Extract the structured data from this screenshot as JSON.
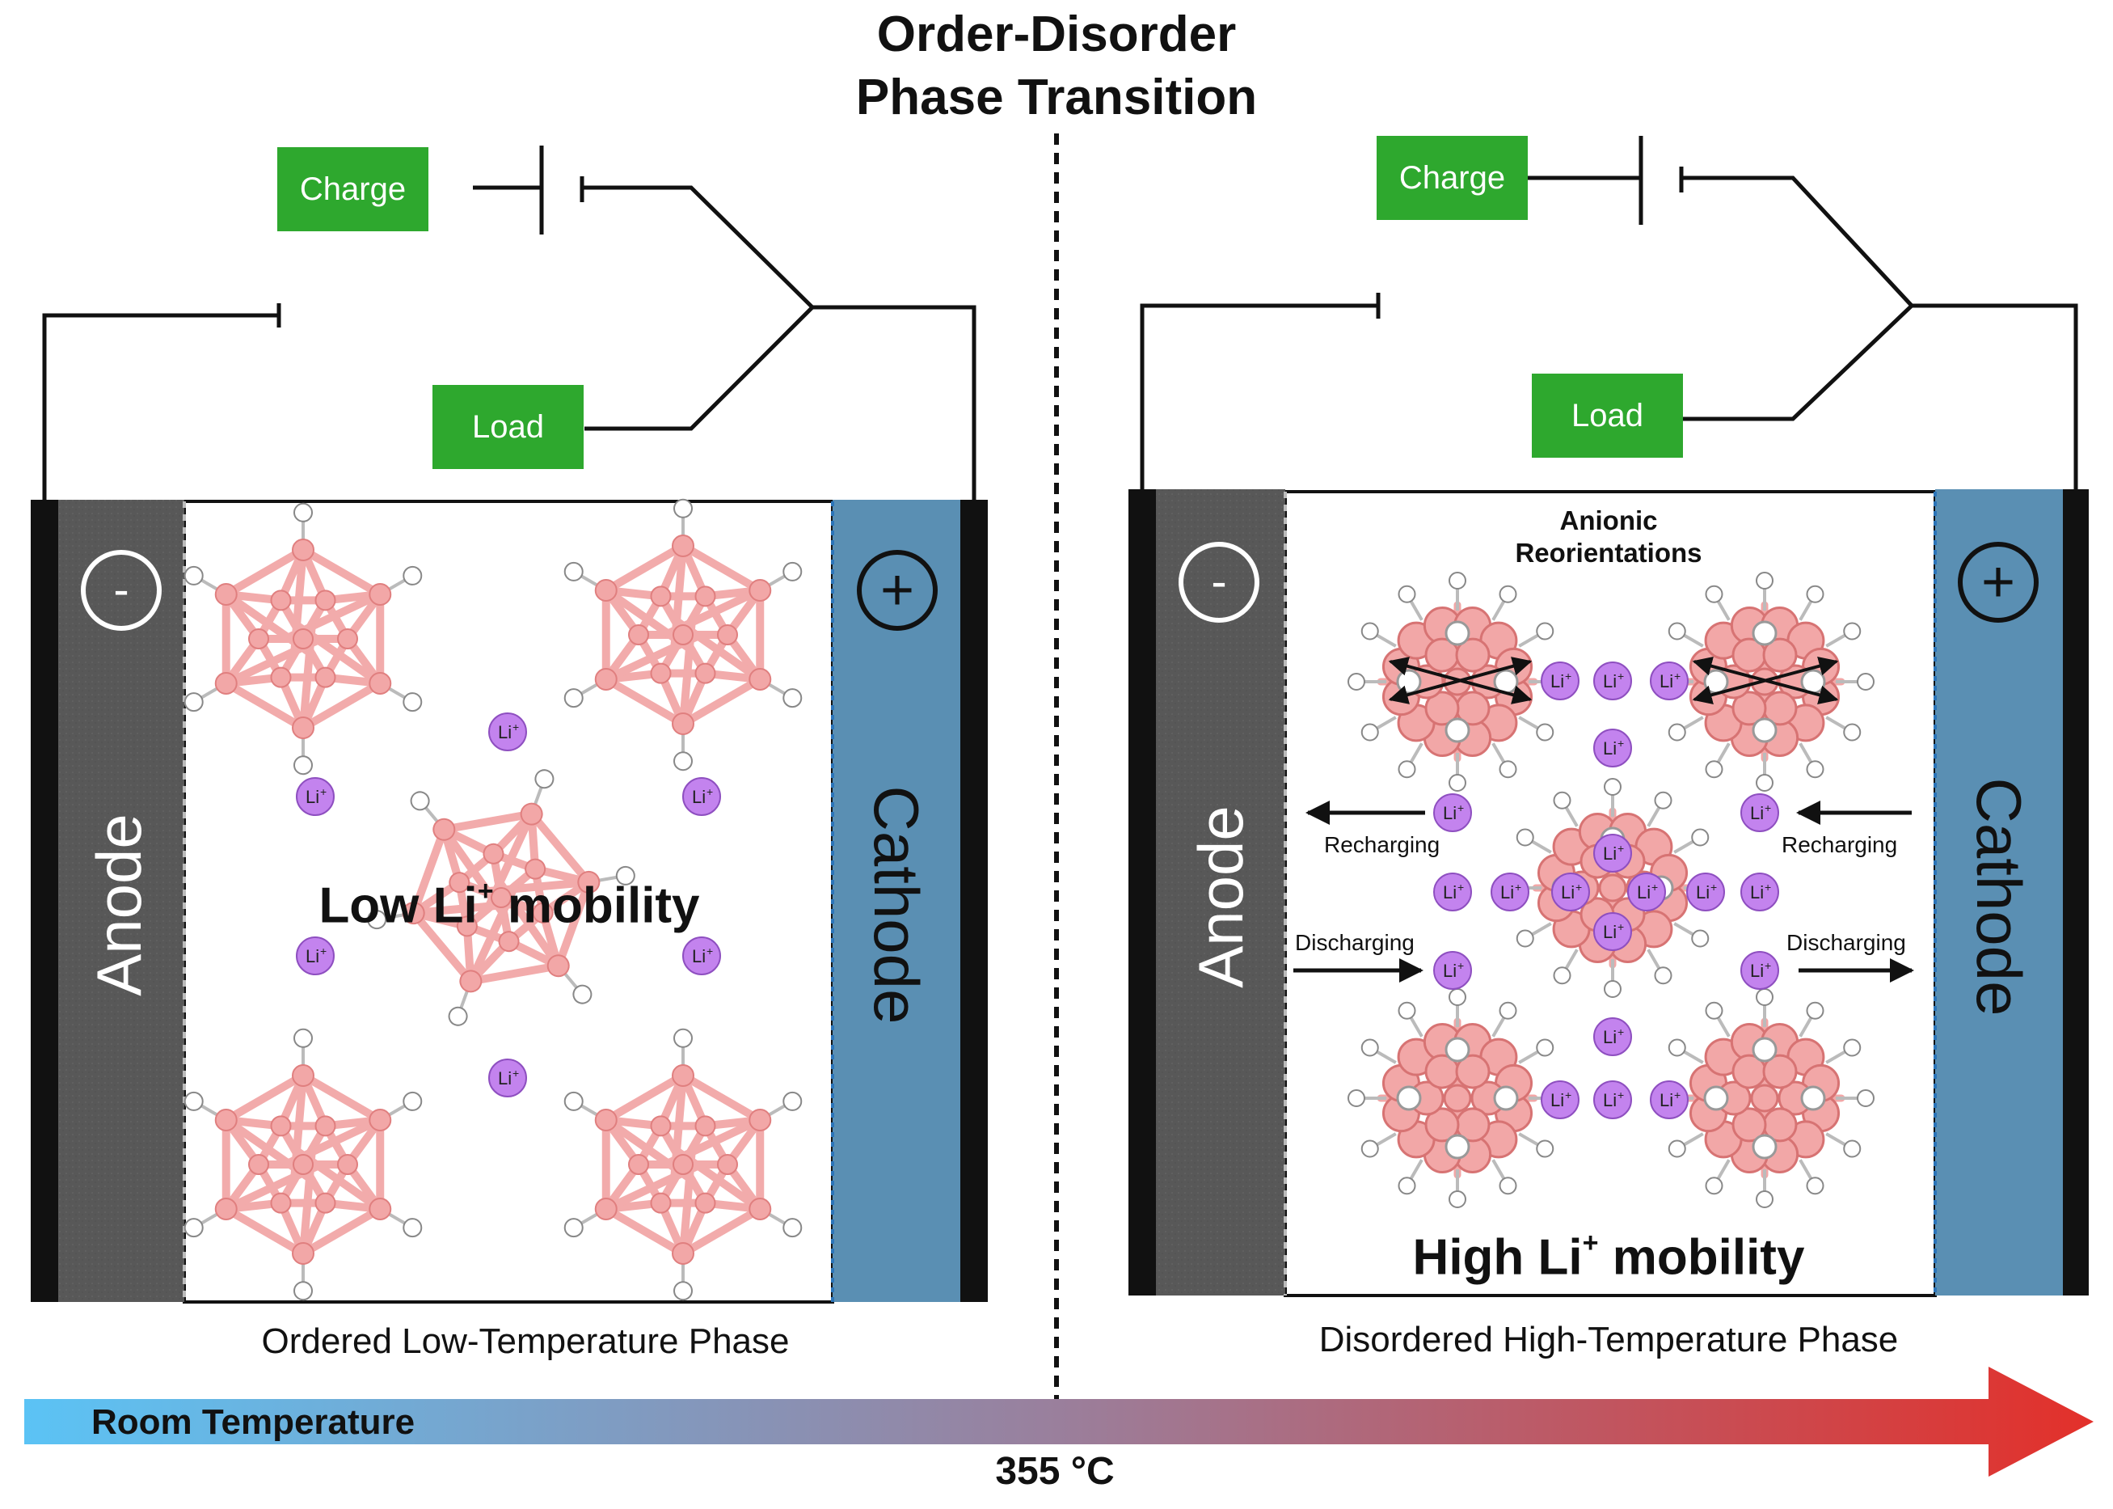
{
  "title": {
    "line1": "Order-Disorder",
    "line2": "Phase Transition"
  },
  "left_panel": {
    "charge_label": "Charge",
    "load_label": "Load",
    "anode_label": "Anode",
    "cathode_label": "Cathode",
    "anode_sign": "-",
    "cathode_sign": "+",
    "mobility_prefix": "Low Li",
    "mobility_sup": "+",
    "mobility_suffix": " mobility",
    "caption": "Ordered Low-Temperature Phase"
  },
  "right_panel": {
    "charge_label": "Charge",
    "load_label": "Load",
    "anode_label": "Anode",
    "cathode_label": "Cathode",
    "anode_sign": "-",
    "cathode_sign": "+",
    "anionic_line1": "Anionic",
    "anionic_line2": "Reorientations",
    "recharging_left": "Recharging",
    "recharging_right": "Recharging",
    "discharging_left": "Discharging",
    "discharging_right": "Discharging",
    "mobility_prefix": "High Li",
    "mobility_sup": "+",
    "mobility_suffix": " mobility",
    "caption": "Disordered High-Temperature Phase"
  },
  "ion_label": "Li+",
  "temperature_bar": {
    "start_label": "Room Temperature",
    "transition_label": "355 °C",
    "start_color": "#5bc3f5",
    "end_color": "#e3302a"
  },
  "colors": {
    "chip_green": "#2ea82e",
    "anode_gray": "#585858",
    "cathode_blue": "#5a8fb3",
    "cluster_pink": "#f2a7a7",
    "li_purple": "#c383ee"
  }
}
